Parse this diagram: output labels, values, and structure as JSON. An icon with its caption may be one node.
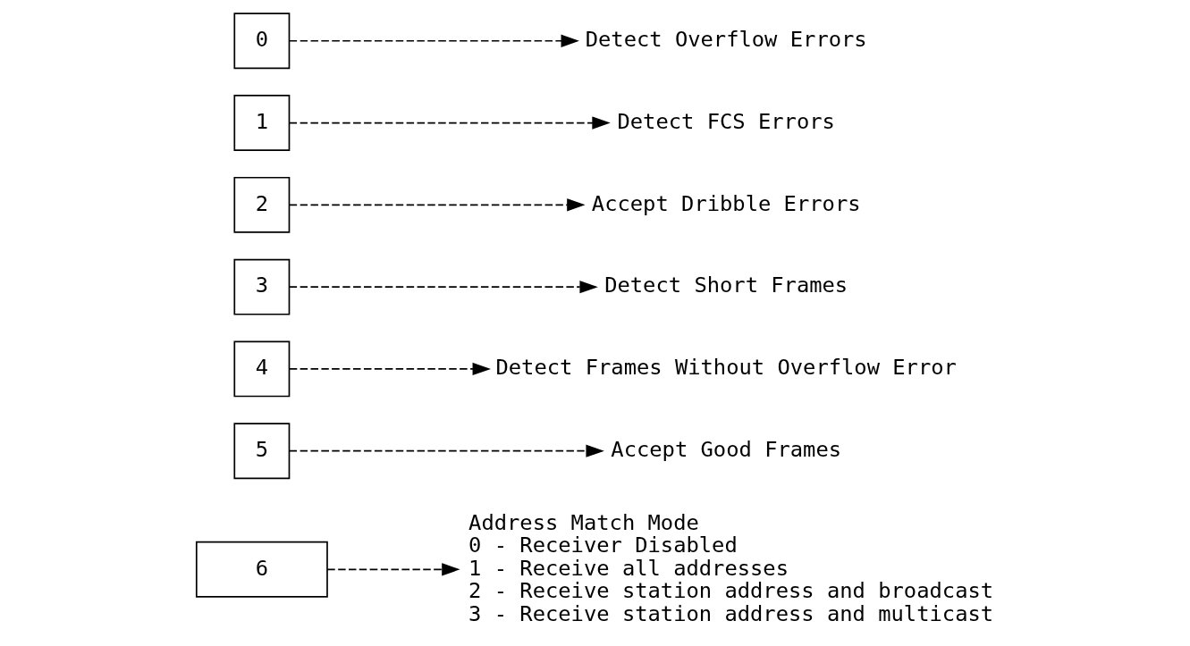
{
  "diagram": {
    "nodes": [
      {
        "text": [
          "6"
        ]
      },
      {
        "text": [
          "5"
        ]
      },
      {
        "text": [
          "4"
        ]
      },
      {
        "text": [
          "3"
        ]
      },
      {
        "text": [
          "2"
        ]
      },
      {
        "text": [
          "1"
        ]
      },
      {
        "text": [
          "0"
        ]
      },
      {
        "text": [
          "Detect Overflow Errors"
        ]
      },
      {
        "text": [
          "Detect FCS Errors"
        ]
      },
      {
        "text": [
          "Accept Dribble Errors"
        ]
      },
      {
        "text": [
          "Detect Short Frames"
        ]
      },
      {
        "text": [
          "Detect Frames Without Overflow Error"
        ]
      },
      {
        "text": [
          "Accept Good Frames"
        ]
      },
      {
        "text": [
          "Address Match Mode",
          "0 - Receiver Disabled",
          "1 - Receive all addresses",
          "2 - Receive station address and broadcast",
          "3 - Receive station address and multicast"
        ]
      }
    ],
    "edges": [
      {
        "from": 6,
        "to": 7,
        "arrow": "to",
        "style": "dashed"
      },
      {
        "from": 5,
        "to": 8,
        "arrow": "to",
        "style": "dashed"
      },
      {
        "from": 4,
        "to": 9,
        "arrow": "to",
        "style": "dashed"
      },
      {
        "from": 3,
        "to": 10,
        "arrow": "to",
        "style": "dashed"
      },
      {
        "from": 2,
        "to": 11,
        "arrow": "to",
        "style": "dashed"
      },
      {
        "from": 1,
        "to": 12,
        "arrow": "to",
        "style": "dashed"
      },
      {
        "from": 0,
        "to": 13,
        "arrow": "to",
        "style": "dashed"
      }
    ]
  }
}
